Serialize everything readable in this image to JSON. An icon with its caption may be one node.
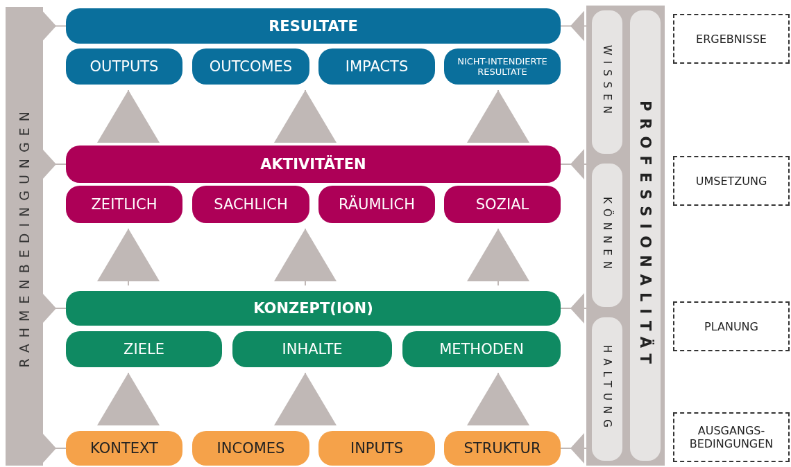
{
  "diagram": {
    "nodes": [
      {
        "text": [
          "RAHMENBEDINGUNGEN"
        ]
      },
      {
        "text": [
          "RESULTATE"
        ]
      },
      {
        "text": [
          "OUTPUTS"
        ]
      },
      {
        "text": [
          "OUTCOMES"
        ]
      },
      {
        "text": [
          "IMPACTS"
        ]
      },
      {
        "text": [
          "NICHT-INTENDIERTE RESULTATE"
        ]
      },
      {
        "text": [
          "AKTIVITÄTEN"
        ]
      },
      {
        "text": [
          "ZEITLICH"
        ]
      },
      {
        "text": [
          "SACHLICH"
        ]
      },
      {
        "text": [
          "RÄUMLICH"
        ]
      },
      {
        "text": [
          "SOZIAL"
        ]
      },
      {
        "text": [
          "KONZEPT(ION)"
        ]
      },
      {
        "text": [
          "ZIELE"
        ]
      },
      {
        "text": [
          "INHALTE"
        ]
      },
      {
        "text": [
          "METHODEN"
        ]
      },
      {
        "text": [
          "KONTEXT"
        ]
      },
      {
        "text": [
          "INCOMES"
        ]
      },
      {
        "text": [
          "INPUTS"
        ]
      },
      {
        "text": [
          "STRUKTUR"
        ]
      },
      {
        "text": [],
        "shape": "bar"
      },
      {
        "text": [
          "WISSEN"
        ],
        "in": 19
      },
      {
        "text": [
          "KÖNNEN"
        ],
        "in": 19
      },
      {
        "text": [
          "HALTUNG"
        ],
        "in": 19
      },
      {
        "text": [
          "PROFESSIONALITÄT"
        ],
        "in": 19
      },
      {
        "text": [
          "ERGEBNISSE"
        ]
      },
      {
        "text": [
          "UMSETZUNG"
        ]
      },
      {
        "text": [
          "PLANUNG"
        ]
      },
      {
        "text": [
          "AUSGANGS-BEDINGUNGEN"
        ]
      }
    ],
    "edges": [
      {
        "from": 0,
        "to": 1,
        "arrow": "to"
      },
      {
        "from": 0,
        "to": 6,
        "arrow": "to"
      },
      {
        "from": 0,
        "to": 11,
        "arrow": "to"
      },
      {
        "from": 0,
        "to": 15,
        "arrow": "to"
      },
      {
        "from": 19,
        "to": 1,
        "arrow": "to"
      },
      {
        "from": 19,
        "to": 6,
        "arrow": "to"
      },
      {
        "from": 19,
        "to": 11,
        "arrow": "to"
      },
      {
        "from": 19,
        "to": 18,
        "arrow": "to"
      },
      {
        "from": 6,
        "to": 2,
        "arrow": "to"
      },
      {
        "from": 6,
        "to": 3,
        "arrow": "to"
      },
      {
        "from": 6,
        "to": 5,
        "arrow": "to"
      },
      {
        "from": 11,
        "to": 7,
        "arrow": "to"
      },
      {
        "from": 11,
        "to": 8,
        "arrow": "to"
      },
      {
        "from": 11,
        "to": 10,
        "arrow": "to"
      },
      {
        "from": 15,
        "to": 12,
        "arrow": "to"
      },
      {
        "from": 16,
        "to": 13,
        "arrow": "to"
      },
      {
        "from": 18,
        "to": 14,
        "arrow": "to"
      }
    ]
  }
}
